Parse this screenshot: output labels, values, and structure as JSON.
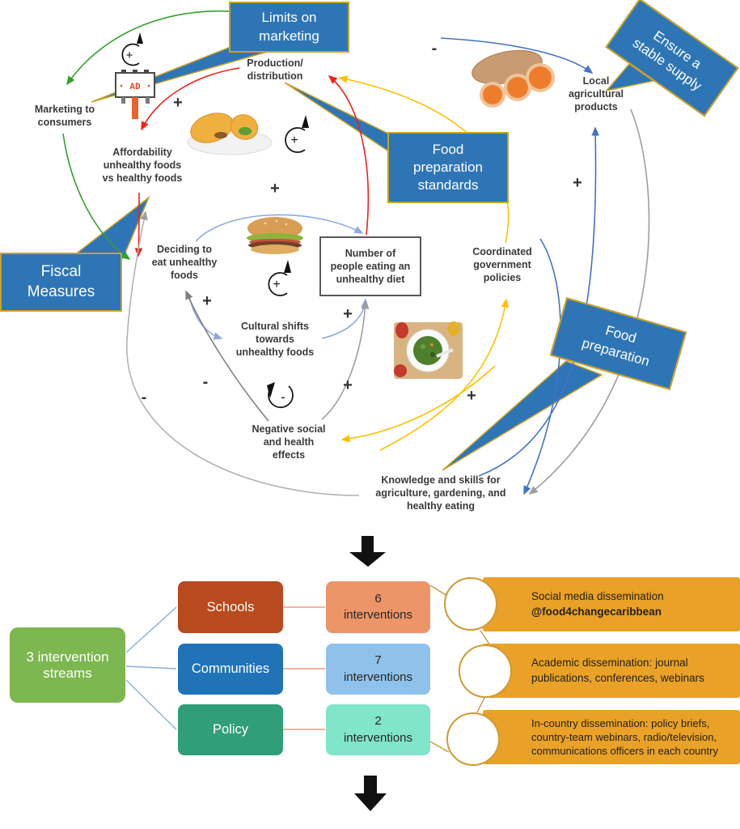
{
  "diagram": {
    "nodes": {
      "marketing": "Marketing to\nconsumers",
      "production": "Production/\ndistribution",
      "affordability": "Affordability\nunhealthy foods\nvs healthy foods",
      "deciding": "Deciding to\neat unhealthy\nfoods",
      "cultural": "Cultural shifts\ntowards\nunhealthy foods",
      "number_box": "Number of\npeople eating an\nunhealthy diet",
      "negative": "Negative social\nand health\neffects",
      "coordinated": "Coordinated\ngovernment\npolicies",
      "local": "Local\nagricultural\nproducts",
      "knowledge": "Knowledge and skills for\nagriculture, gardening, and\nhealthy eating"
    },
    "callouts": {
      "limits": "Limits on\nmarketing",
      "ensure": "Ensure a\nstable supply",
      "food_prep_standards": "Food\npreparation\nstandards",
      "fiscal": "Fiscal\nMeasures",
      "food_prep": "Food\npreparation"
    },
    "billboard_label": "AD",
    "signs": [
      {
        "label": "+"
      },
      {
        "label": "-"
      },
      {
        "label": "+"
      },
      {
        "label": "+"
      },
      {
        "label": "+"
      },
      {
        "label": "+"
      },
      {
        "label": "-"
      },
      {
        "label": "-"
      },
      {
        "label": "+"
      },
      {
        "label": "+"
      }
    ],
    "loops": [
      {
        "sign": "+"
      },
      {
        "sign": "+"
      },
      {
        "sign": "+"
      },
      {
        "sign": "-"
      }
    ],
    "images": [
      "sweet-potatoes",
      "jamaican-patties-plate",
      "burger",
      "salad-bowl"
    ]
  },
  "flow": {
    "root_label": "3 intervention\nstreams",
    "streams": [
      {
        "label": "Schools",
        "count_label": "6\ninterventions"
      },
      {
        "label": "Communities",
        "count_label": "7\ninterventions"
      },
      {
        "label": "Policy",
        "count_label": "2\ninterventions"
      }
    ],
    "dissemination": [
      {
        "line1": "Social media dissemination",
        "line2": "@food4changecaribbean"
      },
      {
        "text": "Academic dissemination: journal\npublications, conferences, webinars"
      },
      {
        "text": "In-country dissemination: policy briefs,\ncountry-team webinars, radio/television,\ncommunications officers in each country"
      }
    ]
  },
  "colors": {
    "callout_blue": "#2E75B6",
    "callout_border": "#C9A227",
    "arrow_green": "#33A02C",
    "arrow_red": "#EE2218",
    "arrow_yellow": "#FFC000",
    "arrow_blue": "#4472C4",
    "arrow_steel": "#8FAADC",
    "arrow_gray": "#9E9E9E",
    "root_green": "#7CB750",
    "schools_box": "#B84A1D",
    "communities_box": "#2173B8",
    "policy_box": "#2F9E79",
    "interventions1": "#EC9568",
    "interventions2": "#8FC2EA",
    "interventions3": "#80E5C9",
    "orange_row": "#E9A227",
    "circle_border": "#CF9B35"
  }
}
